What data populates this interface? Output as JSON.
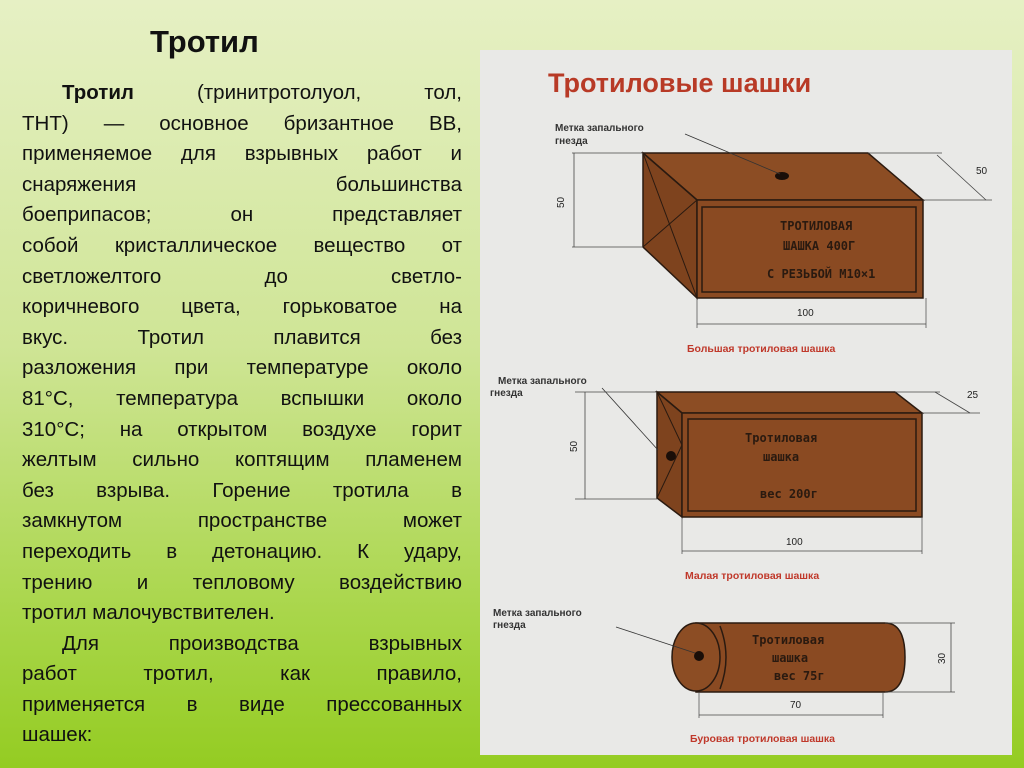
{
  "slide": {
    "title": "Тротил",
    "lines": [
      {
        "bold": "Тротил",
        "text": " (тринитротолуол, тол,"
      },
      {
        "text": "ТНТ) — основное бризантное ВВ,"
      },
      {
        "text": "применяемое для взрывных работ и"
      },
      {
        "text": "снаряжения большинства"
      },
      {
        "text": "боеприпасов; он представляет"
      },
      {
        "text": "собой кристаллическое вещество от"
      },
      {
        "text": "светложелтого до светло-"
      },
      {
        "text": "коричневого цвета, горьковатое на"
      },
      {
        "text": "вкус. Тротил плавится без"
      },
      {
        "text": "разложения при температуре около"
      },
      {
        "text": "81°С, температура вспышки около"
      },
      {
        "text": "310°С; на открытом воздухе горит"
      },
      {
        "text": "желтым сильно коптящим пламенем"
      },
      {
        "text": "без взрыва. Горение тротила в"
      },
      {
        "text": "замкнутом пространстве может"
      },
      {
        "text": "переходить в детонацию. К удару,"
      },
      {
        "text": "трению и тепловому воздействию"
      },
      {
        "text": "тротил малочувствителен."
      },
      {
        "text": "Для производства взрывных"
      },
      {
        "text": "работ тротил, как правило,"
      },
      {
        "text": "применяется в виде прессованных"
      },
      {
        "text": "шашек:"
      }
    ]
  },
  "poster": {
    "title": "Тротиловые шашки",
    "fuse_label_1": "Метка запального",
    "fuse_label_2": "гнезда",
    "large": {
      "stamp1": "ТРОТИЛОВАЯ",
      "stamp2": "ШАШКА 400Г",
      "stamp3": "С РЕЗЬБОЙ М10×1",
      "height": "50",
      "depth": "50",
      "length": "100",
      "caption": "Большая тротиловая шашка"
    },
    "small": {
      "stamp1": "Тротиловая",
      "stamp2": "шашка",
      "stamp3": "вес 200г",
      "height": "50",
      "depth": "25",
      "length": "100",
      "caption": "Малая тротиловая шашка"
    },
    "drill": {
      "stamp1": "Тротиловая",
      "stamp2": "шашка",
      "stamp3": "вес 75г",
      "diameter": "30",
      "length": "70",
      "caption": "Буровая тротиловая шашка"
    },
    "colors": {
      "block": "#8a4a22",
      "edge": "#2a1a10",
      "caption": "#c0392b",
      "title": "#b83a26"
    }
  }
}
